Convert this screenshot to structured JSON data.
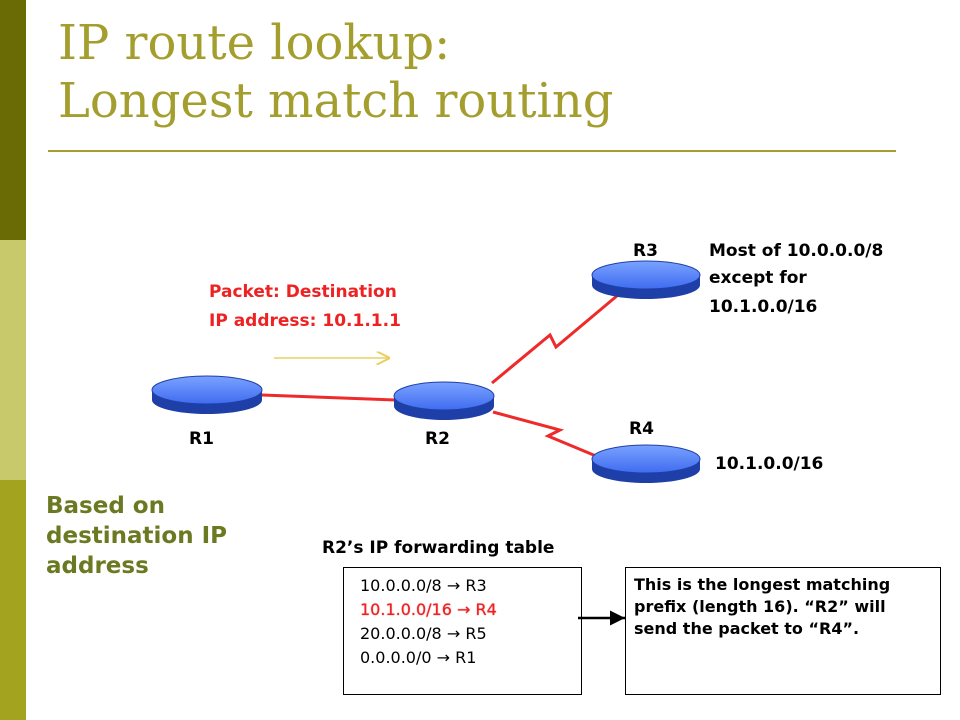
{
  "title": {
    "line1": "IP route lookup:",
    "line2": "Longest match routing"
  },
  "colors": {
    "title": "#a49e2e",
    "sidebar_dark": "#6b6b05",
    "sidebar_light": "#c8c96a",
    "sidebar_mid": "#a3a31f",
    "accent_red": "#ee2222",
    "router_blue": "#4477ee",
    "text_olive": "#6b7a22"
  },
  "routers": {
    "r1": "R1",
    "r2": "R2",
    "r3": "R3",
    "r4": "R4"
  },
  "packet": {
    "line1": "Packet: Destination",
    "line2": "IP address: 10.1.1.1"
  },
  "r3_note": {
    "line1": "Most of 10.0.0.0/8",
    "line2": "except for",
    "line3": "10.1.0.0/16"
  },
  "r4_note": "10.1.0.0/16",
  "based_on": {
    "line1": "Based on",
    "line2": "destination IP",
    "line3": "address"
  },
  "table": {
    "caption": "R2’s IP forwarding table",
    "rows": [
      {
        "prefix": "10.0.0.0/8",
        "next_hop": "R3",
        "highlight": false
      },
      {
        "prefix": "10.1.0.0/16",
        "next_hop": "R4",
        "highlight": true
      },
      {
        "prefix": "20.0.0.0/8",
        "next_hop": "R5",
        "highlight": false
      },
      {
        "prefix": "0.0.0.0/0",
        "next_hop": "R1",
        "highlight": false
      }
    ],
    "arrow_glyph": "→"
  },
  "explanation": "This is the longest matching prefix (length 16). “R2” will send the packet to “R4”."
}
